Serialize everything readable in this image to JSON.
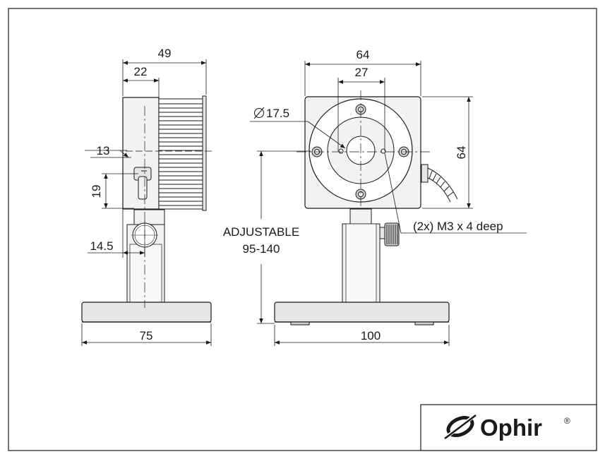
{
  "side_view": {
    "dim_total_width": "49",
    "dim_head_width": "22",
    "dim_axis_height": "13",
    "dim_connector": "19",
    "dim_post_offset": "14.5",
    "dim_base_width": "75"
  },
  "front_view": {
    "dim_width": "64",
    "dim_hole_spacing": "27",
    "dim_height": "64",
    "dim_aperture": "17.5",
    "label_adjustable": "ADJUSTABLE",
    "label_range": "95-140",
    "label_threads": "(2x) M3 x 4 deep",
    "dim_base_width": "100"
  },
  "logo": {
    "brand": "Ophir",
    "registered": "®"
  },
  "colors": {
    "line": "#1a1a1a",
    "fill_light": "#f2f2f2",
    "fill_mid": "#e6e6e6",
    "fill_dark": "#cfcfcf"
  }
}
